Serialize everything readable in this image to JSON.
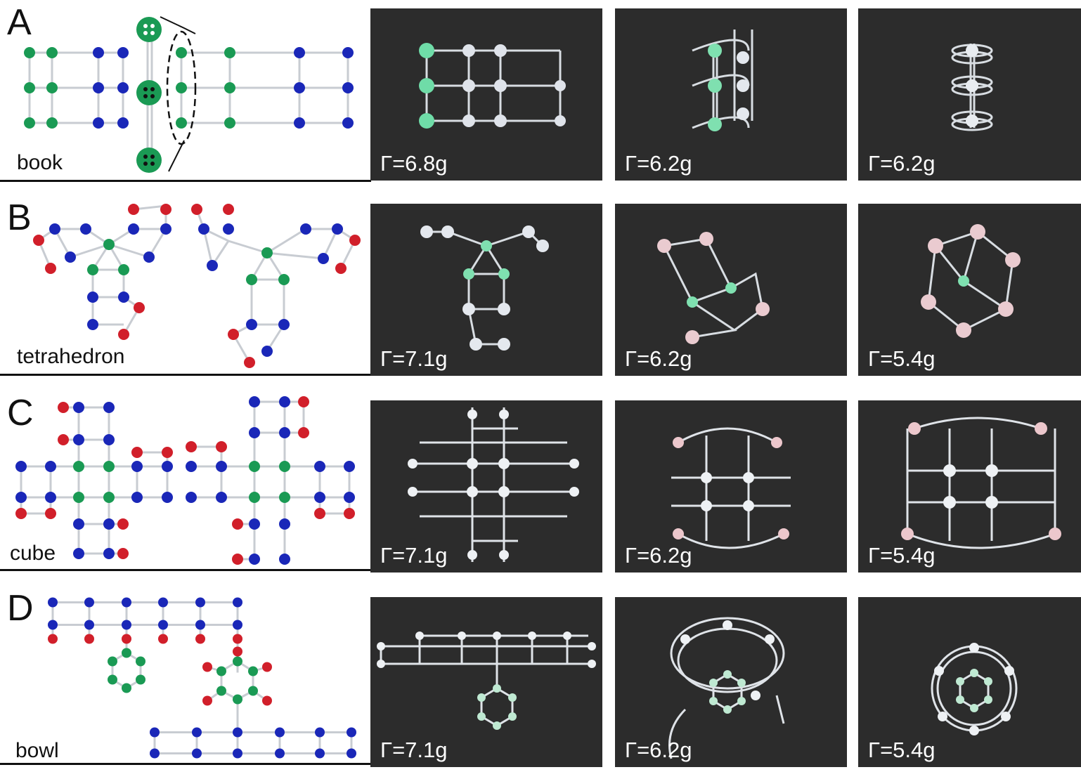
{
  "colors": {
    "green": "#1a9a54",
    "blue": "#1a27b8",
    "red": "#d11f2a",
    "photo_bg": "#2b2b2b",
    "rod": "#c8ccd2"
  },
  "rows": [
    {
      "letter": "A",
      "name": "book",
      "panels": [
        "Γ=6.8g",
        "Γ=6.2g",
        "Γ=6.2g"
      ]
    },
    {
      "letter": "B",
      "name": "tetrahedron",
      "panels": [
        "Γ=7.1g",
        "Γ=6.2g",
        "Γ=5.4g"
      ]
    },
    {
      "letter": "C",
      "name": "cube",
      "panels": [
        "Γ=7.1g",
        "Γ=6.2g",
        "Γ=5.4g"
      ]
    },
    {
      "letter": "D",
      "name": "bowl",
      "panels": [
        "Γ=7.1g",
        "Γ=6.2g",
        "Γ=5.4g"
      ]
    }
  ]
}
